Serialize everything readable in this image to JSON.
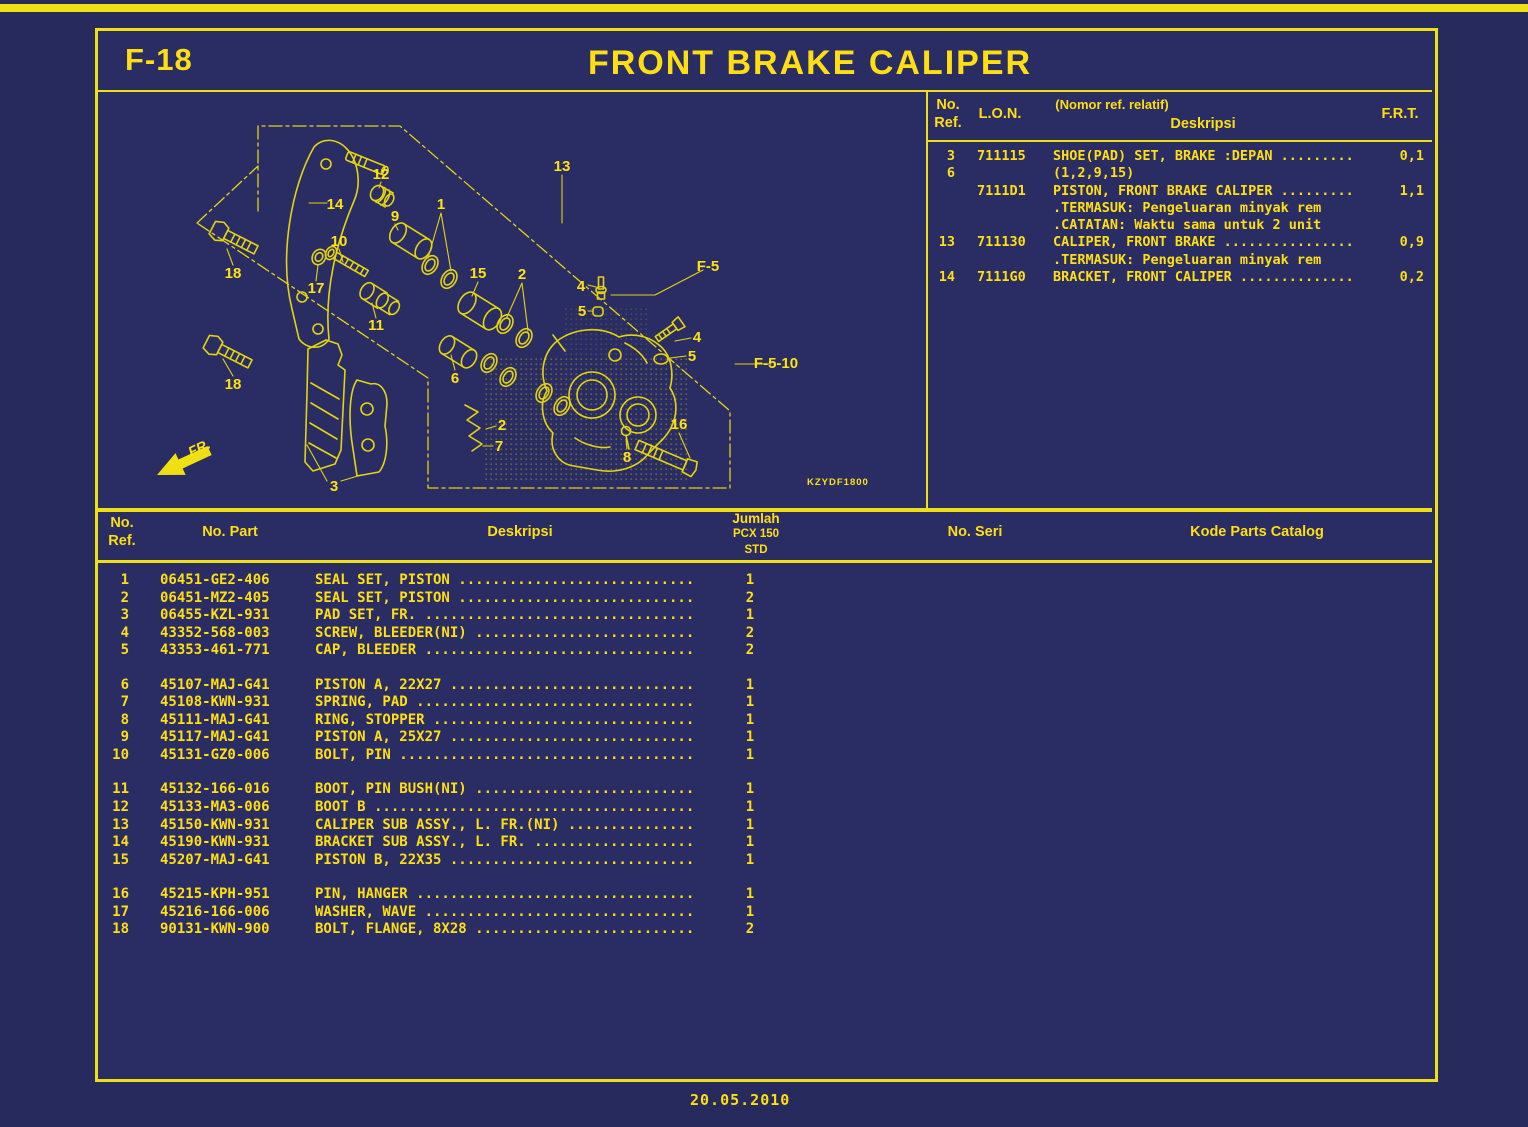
{
  "page": {
    "code": "F-18",
    "title": "FRONT BRAKE CALIPER",
    "footer_date": "20.05.2010"
  },
  "ref_table": {
    "headers": {
      "no": "No.",
      "ref": "Ref.",
      "lon": "L.O.N.",
      "note": "(Nomor ref. relatif)",
      "deskripsi": "Deskripsi",
      "frt": "F.R.T."
    },
    "rows": [
      {
        "no_ref": "3",
        "lon": "711115",
        "desc": "SHOE(PAD) SET, BRAKE :DEPAN .........",
        "frt": "0,1"
      },
      {
        "no_ref": "6",
        "lon": "",
        "desc": "(1,2,9,15)",
        "frt": ""
      },
      {
        "no_ref": "",
        "lon": "7111D1",
        "desc": "PISTON, FRONT BRAKE CALIPER .........",
        "frt": "1,1"
      },
      {
        "no_ref": "",
        "lon": "",
        "desc": ".TERMASUK: Pengeluaran minyak rem",
        "frt": ""
      },
      {
        "no_ref": "",
        "lon": "",
        "desc": ".CATATAN: Waktu sama untuk 2 unit",
        "frt": ""
      },
      {
        "no_ref": "13",
        "lon": "711130",
        "desc": "CALIPER, FRONT BRAKE ................",
        "frt": "0,9"
      },
      {
        "no_ref": "",
        "lon": "",
        "desc": ".TERMASUK: Pengeluaran minyak rem",
        "frt": ""
      },
      {
        "no_ref": "14",
        "lon": "7111G0",
        "desc": "BRACKET, FRONT CALIPER ..............",
        "frt": "0,2"
      }
    ]
  },
  "parts_table": {
    "headers": {
      "no": "No.",
      "ref": "Ref.",
      "no_part": "No. Part",
      "deskripsi": "Deskripsi",
      "jumlah": "Jumlah",
      "model": "PCX 150",
      "trim": "STD",
      "no_seri": "No. Seri",
      "kode": "Kode Parts Catalog"
    },
    "rows": [
      {
        "ref": "1",
        "part": "06451-GE2-406",
        "desc": "SEAL SET, PISTON ............................",
        "qty": "1"
      },
      {
        "ref": "2",
        "part": "06451-MZ2-405",
        "desc": "SEAL SET, PISTON ............................",
        "qty": "2"
      },
      {
        "ref": "3",
        "part": "06455-KZL-931",
        "desc": "PAD SET, FR. ................................",
        "qty": "1"
      },
      {
        "ref": "4",
        "part": "43352-568-003",
        "desc": "SCREW, BLEEDER(NI) ..........................",
        "qty": "2"
      },
      {
        "ref": "5",
        "part": "43353-461-771",
        "desc": "CAP, BLEEDER ................................",
        "qty": "2"
      },
      {
        "ref": "6",
        "part": "45107-MAJ-G41",
        "desc": "PISTON A, 22X27 .............................",
        "qty": "1"
      },
      {
        "ref": "7",
        "part": "45108-KWN-931",
        "desc": "SPRING, PAD .................................",
        "qty": "1"
      },
      {
        "ref": "8",
        "part": "45111-MAJ-G41",
        "desc": "RING, STOPPER ...............................",
        "qty": "1"
      },
      {
        "ref": "9",
        "part": "45117-MAJ-G41",
        "desc": "PISTON A, 25X27 .............................",
        "qty": "1"
      },
      {
        "ref": "10",
        "part": "45131-GZ0-006",
        "desc": "BOLT, PIN ...................................",
        "qty": "1"
      },
      {
        "ref": "11",
        "part": "45132-166-016",
        "desc": "BOOT, PIN BUSH(NI) ..........................",
        "qty": "1"
      },
      {
        "ref": "12",
        "part": "45133-MA3-006",
        "desc": "BOOT B ......................................",
        "qty": "1"
      },
      {
        "ref": "13",
        "part": "45150-KWN-931",
        "desc": "CALIPER SUB ASSY., L. FR.(NI) ...............",
        "qty": "1"
      },
      {
        "ref": "14",
        "part": "45190-KWN-931",
        "desc": "BRACKET SUB ASSY., L. FR. ...................",
        "qty": "1"
      },
      {
        "ref": "15",
        "part": "45207-MAJ-G41",
        "desc": "PISTON B, 22X35 .............................",
        "qty": "1"
      },
      {
        "ref": "16",
        "part": "45215-KPH-951",
        "desc": "PIN, HANGER .................................",
        "qty": "1"
      },
      {
        "ref": "17",
        "part": "45216-166-006",
        "desc": "WASHER, WAVE ................................",
        "qty": "1"
      },
      {
        "ref": "18",
        "part": "90131-KWN-900",
        "desc": "BOLT, FLANGE, 8X28 ..........................",
        "qty": "2"
      }
    ]
  },
  "diagram": {
    "callouts": {
      "n1": "1",
      "n2": "2",
      "n3": "3",
      "n4": "4",
      "n5": "5",
      "n6": "6",
      "n7": "7",
      "n8": "8",
      "n9": "9",
      "n10": "10",
      "n11": "11",
      "n12": "12",
      "n13": "13",
      "n14": "14",
      "n15": "15",
      "n16": "16",
      "n17": "17",
      "n18": "18",
      "f5": "F-5",
      "f510": "F-5-10",
      "fr": "FR.",
      "code": "KZYDF1800"
    }
  }
}
